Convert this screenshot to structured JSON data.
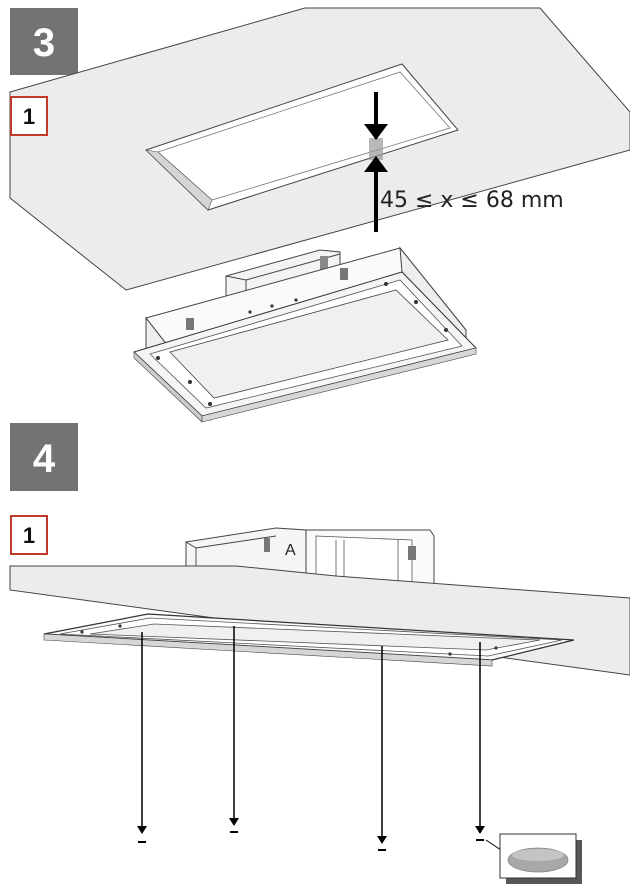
{
  "steps": [
    {
      "number": "3",
      "sub_step": "1",
      "dimension": "45 ≤ x ≤ 68 mm"
    },
    {
      "number": "4",
      "sub_step": "1",
      "part_label": "A"
    }
  ],
  "colors": {
    "badge_fill": "#737373",
    "sub_badge_border": "#c0392b",
    "panel_fill": "#ebebeb",
    "line": "#333333"
  }
}
